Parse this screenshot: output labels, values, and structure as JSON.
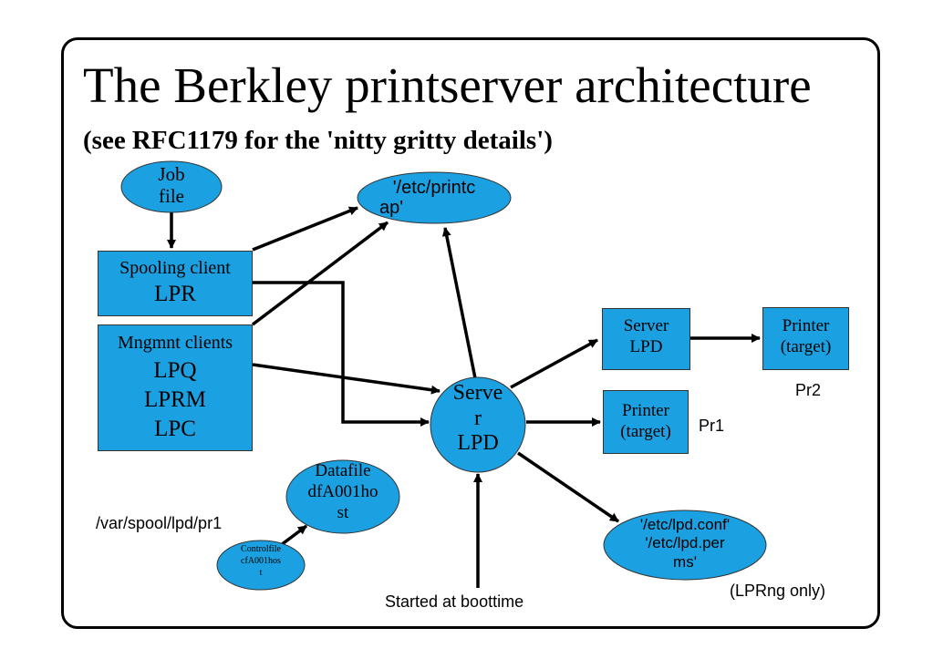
{
  "title": "The Berkley printserver architecture",
  "subtitle": "(see RFC1179 for the 'nitty gritty details')",
  "nodes": {
    "job_file": [
      "Job",
      "file"
    ],
    "printcap": [
      "'/etc/printc",
      "ap'"
    ],
    "spooling_client": [
      "Spooling client",
      "LPR"
    ],
    "mngmnt_clients": [
      "Mngmnt clients",
      "LPQ",
      "LPRM",
      "LPC"
    ],
    "server_lpd_central": [
      "Serve",
      "r",
      "LPD"
    ],
    "server_lpd_remote": [
      "Server",
      "LPD"
    ],
    "printer_target_pr2": [
      "Printer",
      "(target)"
    ],
    "printer_target_pr1": [
      "Printer",
      "(target)"
    ],
    "datafile": [
      "Datafile",
      "dfA001ho",
      "st"
    ],
    "controlfile": [
      "Controlfile",
      "cfA001hos",
      "t"
    ],
    "lpd_conf": [
      "'/etc/lpd.conf'",
      "'/etc/lpd.per",
      "ms'"
    ]
  },
  "labels": {
    "pr1": "Pr1",
    "pr2": "Pr2",
    "spool_path": "/var/spool/lpd/pr1",
    "started": "Started at boottime",
    "lprng": "(LPRng only)"
  },
  "colors": {
    "node_fill": "#1ba1e2",
    "line": "#000000"
  }
}
